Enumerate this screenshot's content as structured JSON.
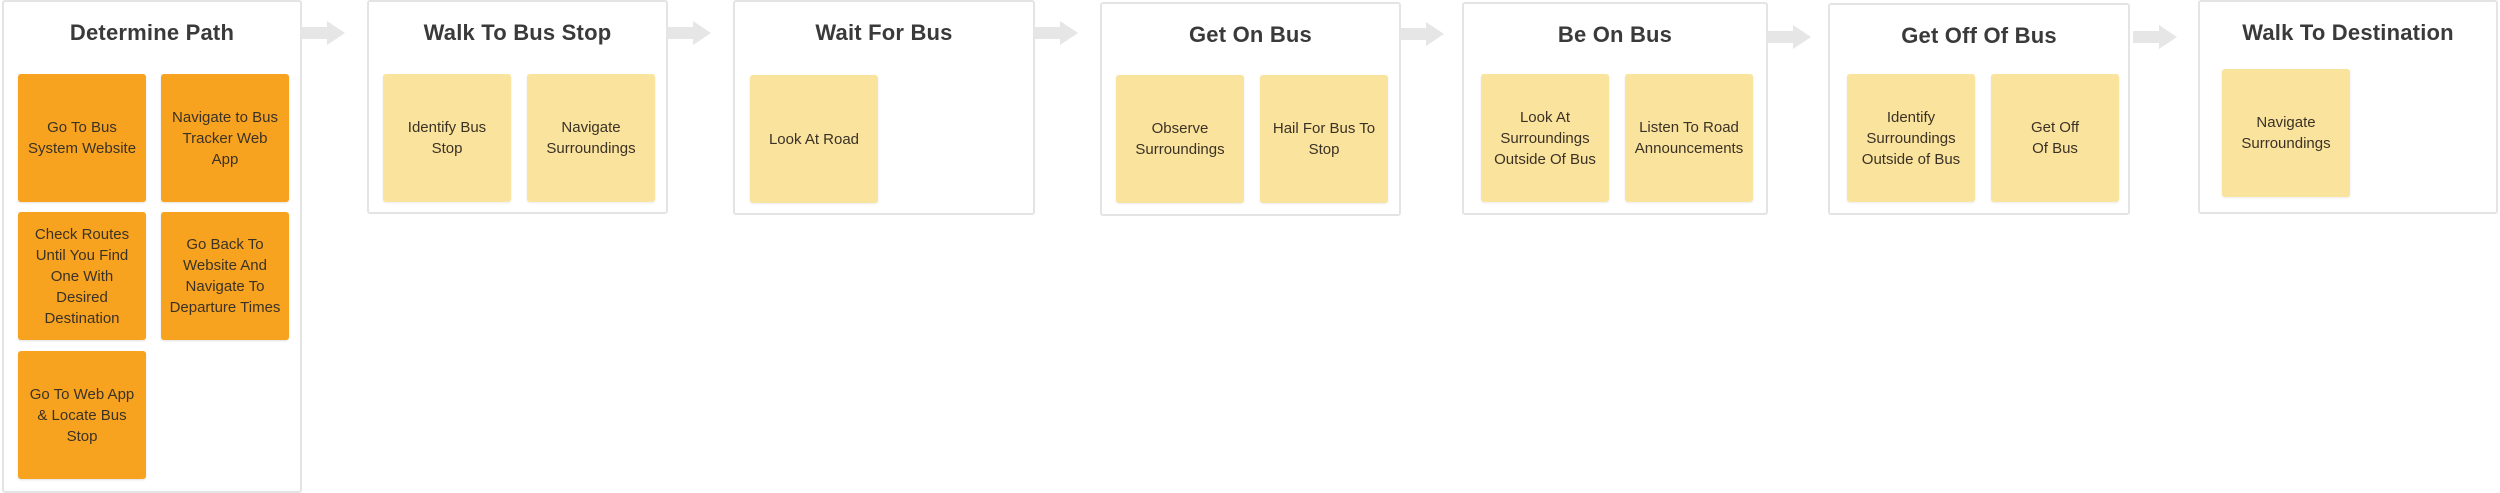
{
  "stages": [
    {
      "title": "Determine Path",
      "notes": [
        "Go To Bus System Website",
        "Navigate to Bus Tracker Web App",
        "Check Routes Until You Find One With Desired Destination",
        "Go Back To Website And Navigate To Departure Times",
        "Go To Web App & Locate Bus Stop"
      ]
    },
    {
      "title": "Walk To Bus Stop",
      "notes": [
        "Identify Bus Stop",
        "Navigate Surroundings"
      ]
    },
    {
      "title": "Wait For Bus",
      "notes": [
        "Look At Road"
      ]
    },
    {
      "title": "Get On Bus",
      "notes": [
        "Observe Surroundings",
        "Hail For Bus To Stop"
      ]
    },
    {
      "title": "Be On Bus",
      "notes": [
        "Look At Surroundings Outside Of Bus",
        "Listen To Road Announcements"
      ]
    },
    {
      "title": "Get Off Of Bus",
      "notes": [
        "Identify Surroundings Outside of Bus",
        "Get Off\nOf Bus"
      ]
    },
    {
      "title": "Walk To Destination",
      "notes": [
        "Navigate Surroundings"
      ]
    }
  ],
  "colors": {
    "note_primary": "#f7a320",
    "note_secondary": "#fae39d",
    "arrow": "#e6e6e6",
    "border": "#e4e4e4"
  },
  "icons": {
    "connector": "arrow-right-icon"
  }
}
